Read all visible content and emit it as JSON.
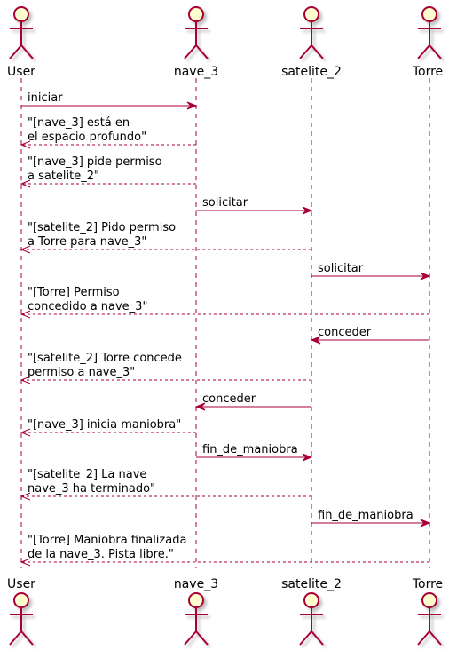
{
  "colors": {
    "line": "#A80036",
    "actor_fill": "#FEFECE",
    "actor_stroke": "#A80036",
    "shadow": "#C8C8C8",
    "text": "#000000",
    "background": "#FFFFFF"
  },
  "actors": [
    {
      "id": "user",
      "name": "User"
    },
    {
      "id": "nave3",
      "name": "nave_3"
    },
    {
      "id": "sat2",
      "name": "satelite_2"
    },
    {
      "id": "torre",
      "name": "Torre"
    }
  ],
  "messages": [
    {
      "from": "user",
      "to": "nave3",
      "style": "solid",
      "lines": [
        "iniciar"
      ]
    },
    {
      "from": "nave3",
      "to": "user",
      "style": "dashed",
      "lines": [
        "\"[nave_3] está en",
        "el espacio profundo\""
      ]
    },
    {
      "from": "nave3",
      "to": "user",
      "style": "dashed",
      "lines": [
        "\"[nave_3] pide permiso",
        "a satelite_2\""
      ]
    },
    {
      "from": "nave3",
      "to": "sat2",
      "style": "solid",
      "lines": [
        "solicitar"
      ]
    },
    {
      "from": "sat2",
      "to": "user",
      "style": "dashed",
      "lines": [
        "\"[satelite_2] Pido permiso",
        "a Torre para nave_3\""
      ]
    },
    {
      "from": "sat2",
      "to": "torre",
      "style": "solid",
      "lines": [
        "solicitar"
      ]
    },
    {
      "from": "torre",
      "to": "user",
      "style": "dashed",
      "lines": [
        "\"[Torre] Permiso",
        "concedido a nave_3\""
      ]
    },
    {
      "from": "torre",
      "to": "sat2",
      "style": "solid",
      "lines": [
        "conceder"
      ]
    },
    {
      "from": "sat2",
      "to": "user",
      "style": "dashed",
      "lines": [
        "\"[satelite_2] Torre concede",
        "permiso a nave_3\""
      ]
    },
    {
      "from": "sat2",
      "to": "nave3",
      "style": "solid",
      "lines": [
        "conceder"
      ]
    },
    {
      "from": "nave3",
      "to": "user",
      "style": "dashed",
      "lines": [
        "\"[nave_3] inicia maniobra\""
      ]
    },
    {
      "from": "nave3",
      "to": "sat2",
      "style": "solid",
      "lines": [
        "fin_de_maniobra"
      ]
    },
    {
      "from": "sat2",
      "to": "user",
      "style": "dashed",
      "lines": [
        "\"[satelite_2] La nave",
        "nave_3 ha terminado\""
      ]
    },
    {
      "from": "sat2",
      "to": "torre",
      "style": "solid",
      "lines": [
        "fin_de_maniobra"
      ]
    },
    {
      "from": "torre",
      "to": "user",
      "style": "dashed",
      "lines": [
        "\"[Torre] Maniobra finalizada",
        "de la nave_3. Pista libre.\""
      ]
    }
  ]
}
